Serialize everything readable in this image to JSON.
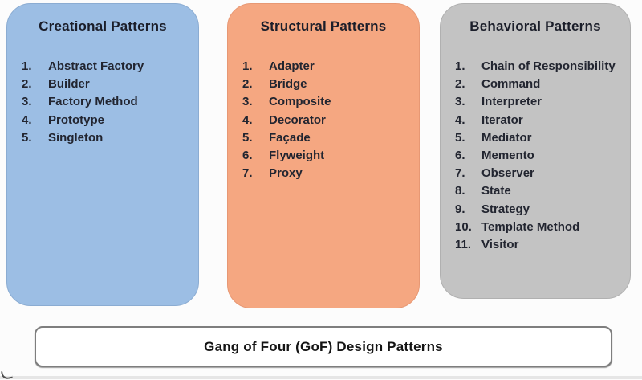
{
  "background_color": "#fcfcfc",
  "text_color": "#222530",
  "columns": [
    {
      "id": "creational",
      "title": "Creational Patterns",
      "fill": "#9cbee4",
      "border": "#8bacd2",
      "items": [
        "Abstract Factory",
        "Builder",
        "Factory Method",
        "Prototype",
        "Singleton"
      ]
    },
    {
      "id": "structural",
      "title": "Structural Patterns",
      "fill": "#f5a781",
      "border": "#e79874",
      "items": [
        "Adapter",
        "Bridge",
        "Composite",
        "Decorator",
        "Façade",
        "Flyweight",
        "Proxy"
      ]
    },
    {
      "id": "behavioral",
      "title": "Behavioral Patterns",
      "fill": "#c3c3c3",
      "border": "#b0b0b0",
      "items": [
        "Chain of Responsibility",
        "Command",
        "Interpreter",
        "Iterator",
        "Mediator",
        "Memento",
        "Observer",
        "State",
        "Strategy",
        "Template Method",
        "Visitor"
      ]
    }
  ],
  "footer": {
    "label": "Gang of Four (GoF) Design Patterns",
    "border_color": "#7e7e7e",
    "fill": "#ffffff"
  }
}
